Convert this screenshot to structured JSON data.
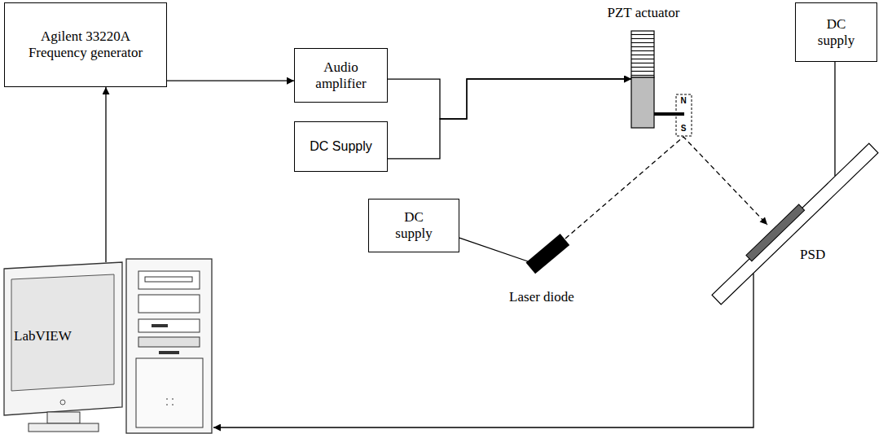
{
  "diagram": {
    "nodes": [
      {
        "text": [
          "Agilent 33220A Frequency generator"
        ]
      },
      {
        "text": [
          "Audio amplifier"
        ]
      },
      {
        "text": [
          "PZT actuator"
        ]
      },
      {
        "text": [
          "DC supply"
        ]
      },
      {
        "text": [
          "DC Supply"
        ]
      },
      {
        "text": [
          "DC supply"
        ]
      },
      {
        "text": [
          "Laser diode"
        ]
      },
      {
        "text": [
          "PSD"
        ]
      },
      {
        "text": [
          "LabVIEW"
        ]
      }
    ],
    "edges": [
      {
        "from": 0,
        "to": 1,
        "arrow": "to"
      },
      {
        "from": 1,
        "to": 2,
        "arrow": "to"
      },
      {
        "from": 4,
        "to": 2,
        "arrow": "to"
      },
      {
        "from": 3,
        "to": 7,
        "arrow": "none"
      },
      {
        "from": 5,
        "to": 6,
        "arrow": "none"
      },
      {
        "from": 6,
        "to": 7,
        "arrow": "to"
      },
      {
        "from": 7,
        "to": 8,
        "arrow": "to"
      },
      {
        "from": 8,
        "to": 0,
        "arrow": "to"
      }
    ],
    "labels": [
      "N",
      "S"
    ]
  }
}
